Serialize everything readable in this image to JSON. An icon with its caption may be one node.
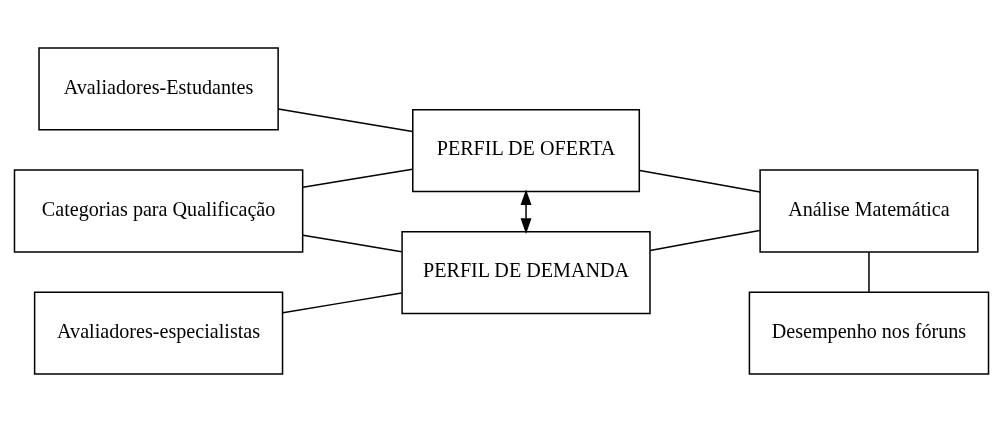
{
  "diagram": {
    "nodes": [
      {
        "text": [
          "Avaliadores-Estudantes"
        ]
      },
      {
        "text": [
          "PERFIL DE OFERTA"
        ]
      },
      {
        "text": [
          "Categorias para Qualificação"
        ]
      },
      {
        "text": [
          "Análise Matemática"
        ]
      },
      {
        "text": [
          "Avaliadores-especialistas"
        ]
      },
      {
        "text": [
          "PERFIL DE DEMANDA"
        ]
      },
      {
        "text": [
          "Desempenho nos fóruns"
        ]
      }
    ],
    "edges": [
      {
        "from": 0,
        "to": 1,
        "arrow": "none"
      },
      {
        "from": 2,
        "to": 1,
        "arrow": "none"
      },
      {
        "from": 1,
        "to": 3,
        "arrow": "none"
      },
      {
        "from": 1,
        "to": 5,
        "arrow": "both"
      },
      {
        "from": 2,
        "to": 5,
        "arrow": "none"
      },
      {
        "from": 5,
        "to": 3,
        "arrow": "none"
      },
      {
        "from": 4,
        "to": 5,
        "arrow": "none"
      },
      {
        "from": 3,
        "to": 6,
        "arrow": "none"
      }
    ]
  }
}
